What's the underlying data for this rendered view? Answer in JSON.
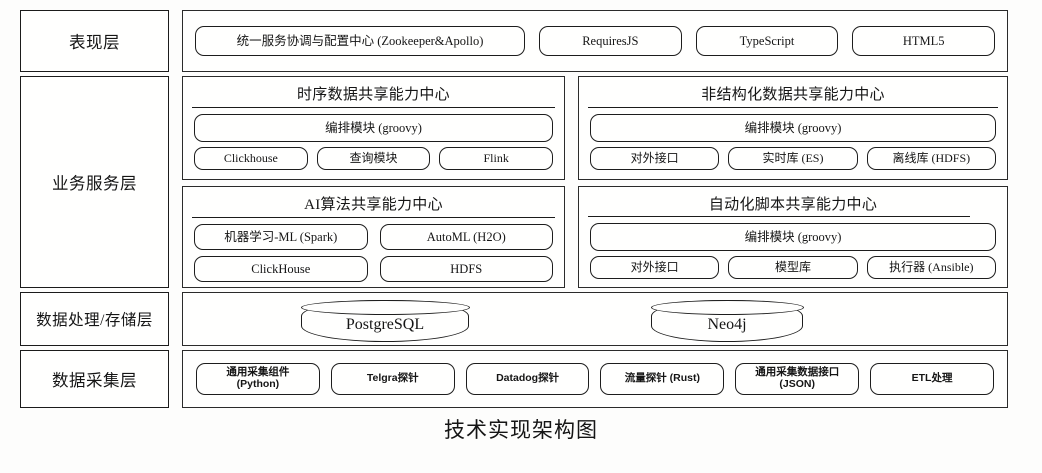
{
  "caption": "技术实现架构图",
  "layers": [
    {
      "name": "表现层"
    },
    {
      "name": "业务服务层"
    },
    {
      "name": "数据处理/存储层"
    },
    {
      "name": "数据采集层"
    }
  ],
  "presentation_layer": {
    "items": [
      "统一服务协调与配置中心 (Zookeeper&Apollo)",
      "RequiresJS",
      "TypeScript",
      "HTML5"
    ]
  },
  "business_layer": {
    "panels": [
      {
        "title": "时序数据共享能力中心",
        "orchestration": "编排模块 (groovy)",
        "components": [
          "Clickhouse",
          "查询模块",
          "Flink"
        ]
      },
      {
        "title": "非结构化数据共享能力中心",
        "orchestration": "编排模块 (groovy)",
        "components": [
          "对外接口",
          "实时库 (ES)",
          "离线库 (HDFS)"
        ]
      },
      {
        "title": "AI算法共享能力中心",
        "components": [
          "机器学习-ML (Spark)",
          "AutoML (H2O)",
          "ClickHouse",
          "HDFS"
        ]
      },
      {
        "title": "自动化脚本共享能力中心",
        "orchestration": "编排模块 (groovy)",
        "components": [
          "对外接口",
          "模型库",
          "执行器 (Ansible)"
        ]
      }
    ]
  },
  "storage_layer": {
    "databases": [
      "PostgreSQL",
      "Neo4j"
    ]
  },
  "collection_layer": {
    "items": [
      {
        "line1": "通用采集组件",
        "line2": "(Python)"
      },
      {
        "line1": "Telgra探针",
        "line2": ""
      },
      {
        "line1": "Datadog探针",
        "line2": ""
      },
      {
        "line1": "流量探针 (Rust)",
        "line2": ""
      },
      {
        "line1": "通用采集数据接口",
        "line2": "(JSON)"
      },
      {
        "line1": "ETL处理",
        "line2": ""
      }
    ]
  },
  "colors": {
    "background": "#fdfdfc",
    "ink": "#1b1b1b",
    "box_fill": "#fffffe"
  }
}
